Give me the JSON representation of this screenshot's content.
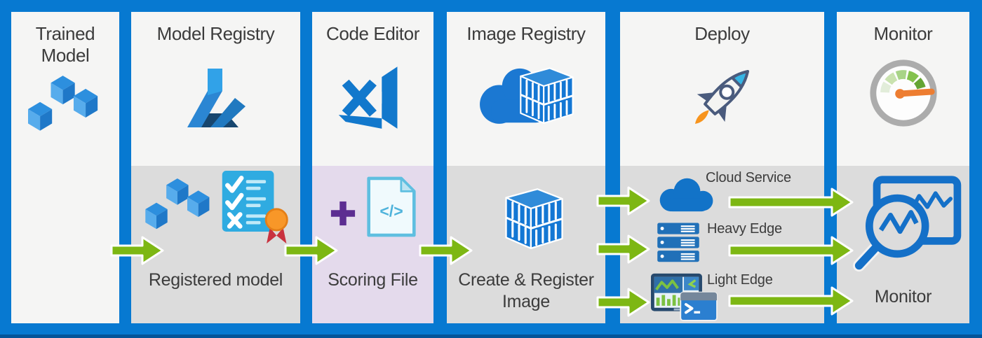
{
  "colors": {
    "background_blue": "#0779D1",
    "panel_white": "#F5F5F4",
    "panel_gray": "#DCDCDC",
    "panel_lavender": "#E4DAEC",
    "arrow_green": "#7DB713",
    "text_dark": "#3C3C3C",
    "icon_blue": "#1377D4"
  },
  "columns": [
    {
      "title": "Trained Model",
      "icon": "trained-model-cubes-icon"
    },
    {
      "title": "Model Registry",
      "icon": "azure-ml-logo-icon",
      "stage": {
        "label": "Registered model",
        "icons": [
          "registered-model-cubes-icon",
          "checklist-certificate-icon"
        ]
      }
    },
    {
      "title": "Code Editor",
      "icon": "vs-code-logo-icon",
      "stage": {
        "label": "Scoring File",
        "file_glyph": "</>",
        "icons": [
          "plus-icon",
          "code-file-icon"
        ]
      }
    },
    {
      "title": "Image Registry",
      "icon": "cloud-container-registry-icon",
      "stage": {
        "label": "Create & Register Image",
        "icons": [
          "container-icon"
        ]
      }
    },
    {
      "title": "Deploy",
      "icon": "rocket-icon",
      "targets": [
        {
          "label": "Cloud Service",
          "icon": "cloud-icon"
        },
        {
          "label": "Heavy Edge",
          "icon": "server-stack-icon"
        },
        {
          "label": "Light Edge",
          "icon": "edge-device-icon"
        }
      ]
    },
    {
      "title": "Monitor",
      "icon": "gauge-icon",
      "stage": {
        "label": "Monitor",
        "icons": [
          "monitor-analytics-search-icon"
        ]
      }
    }
  ]
}
